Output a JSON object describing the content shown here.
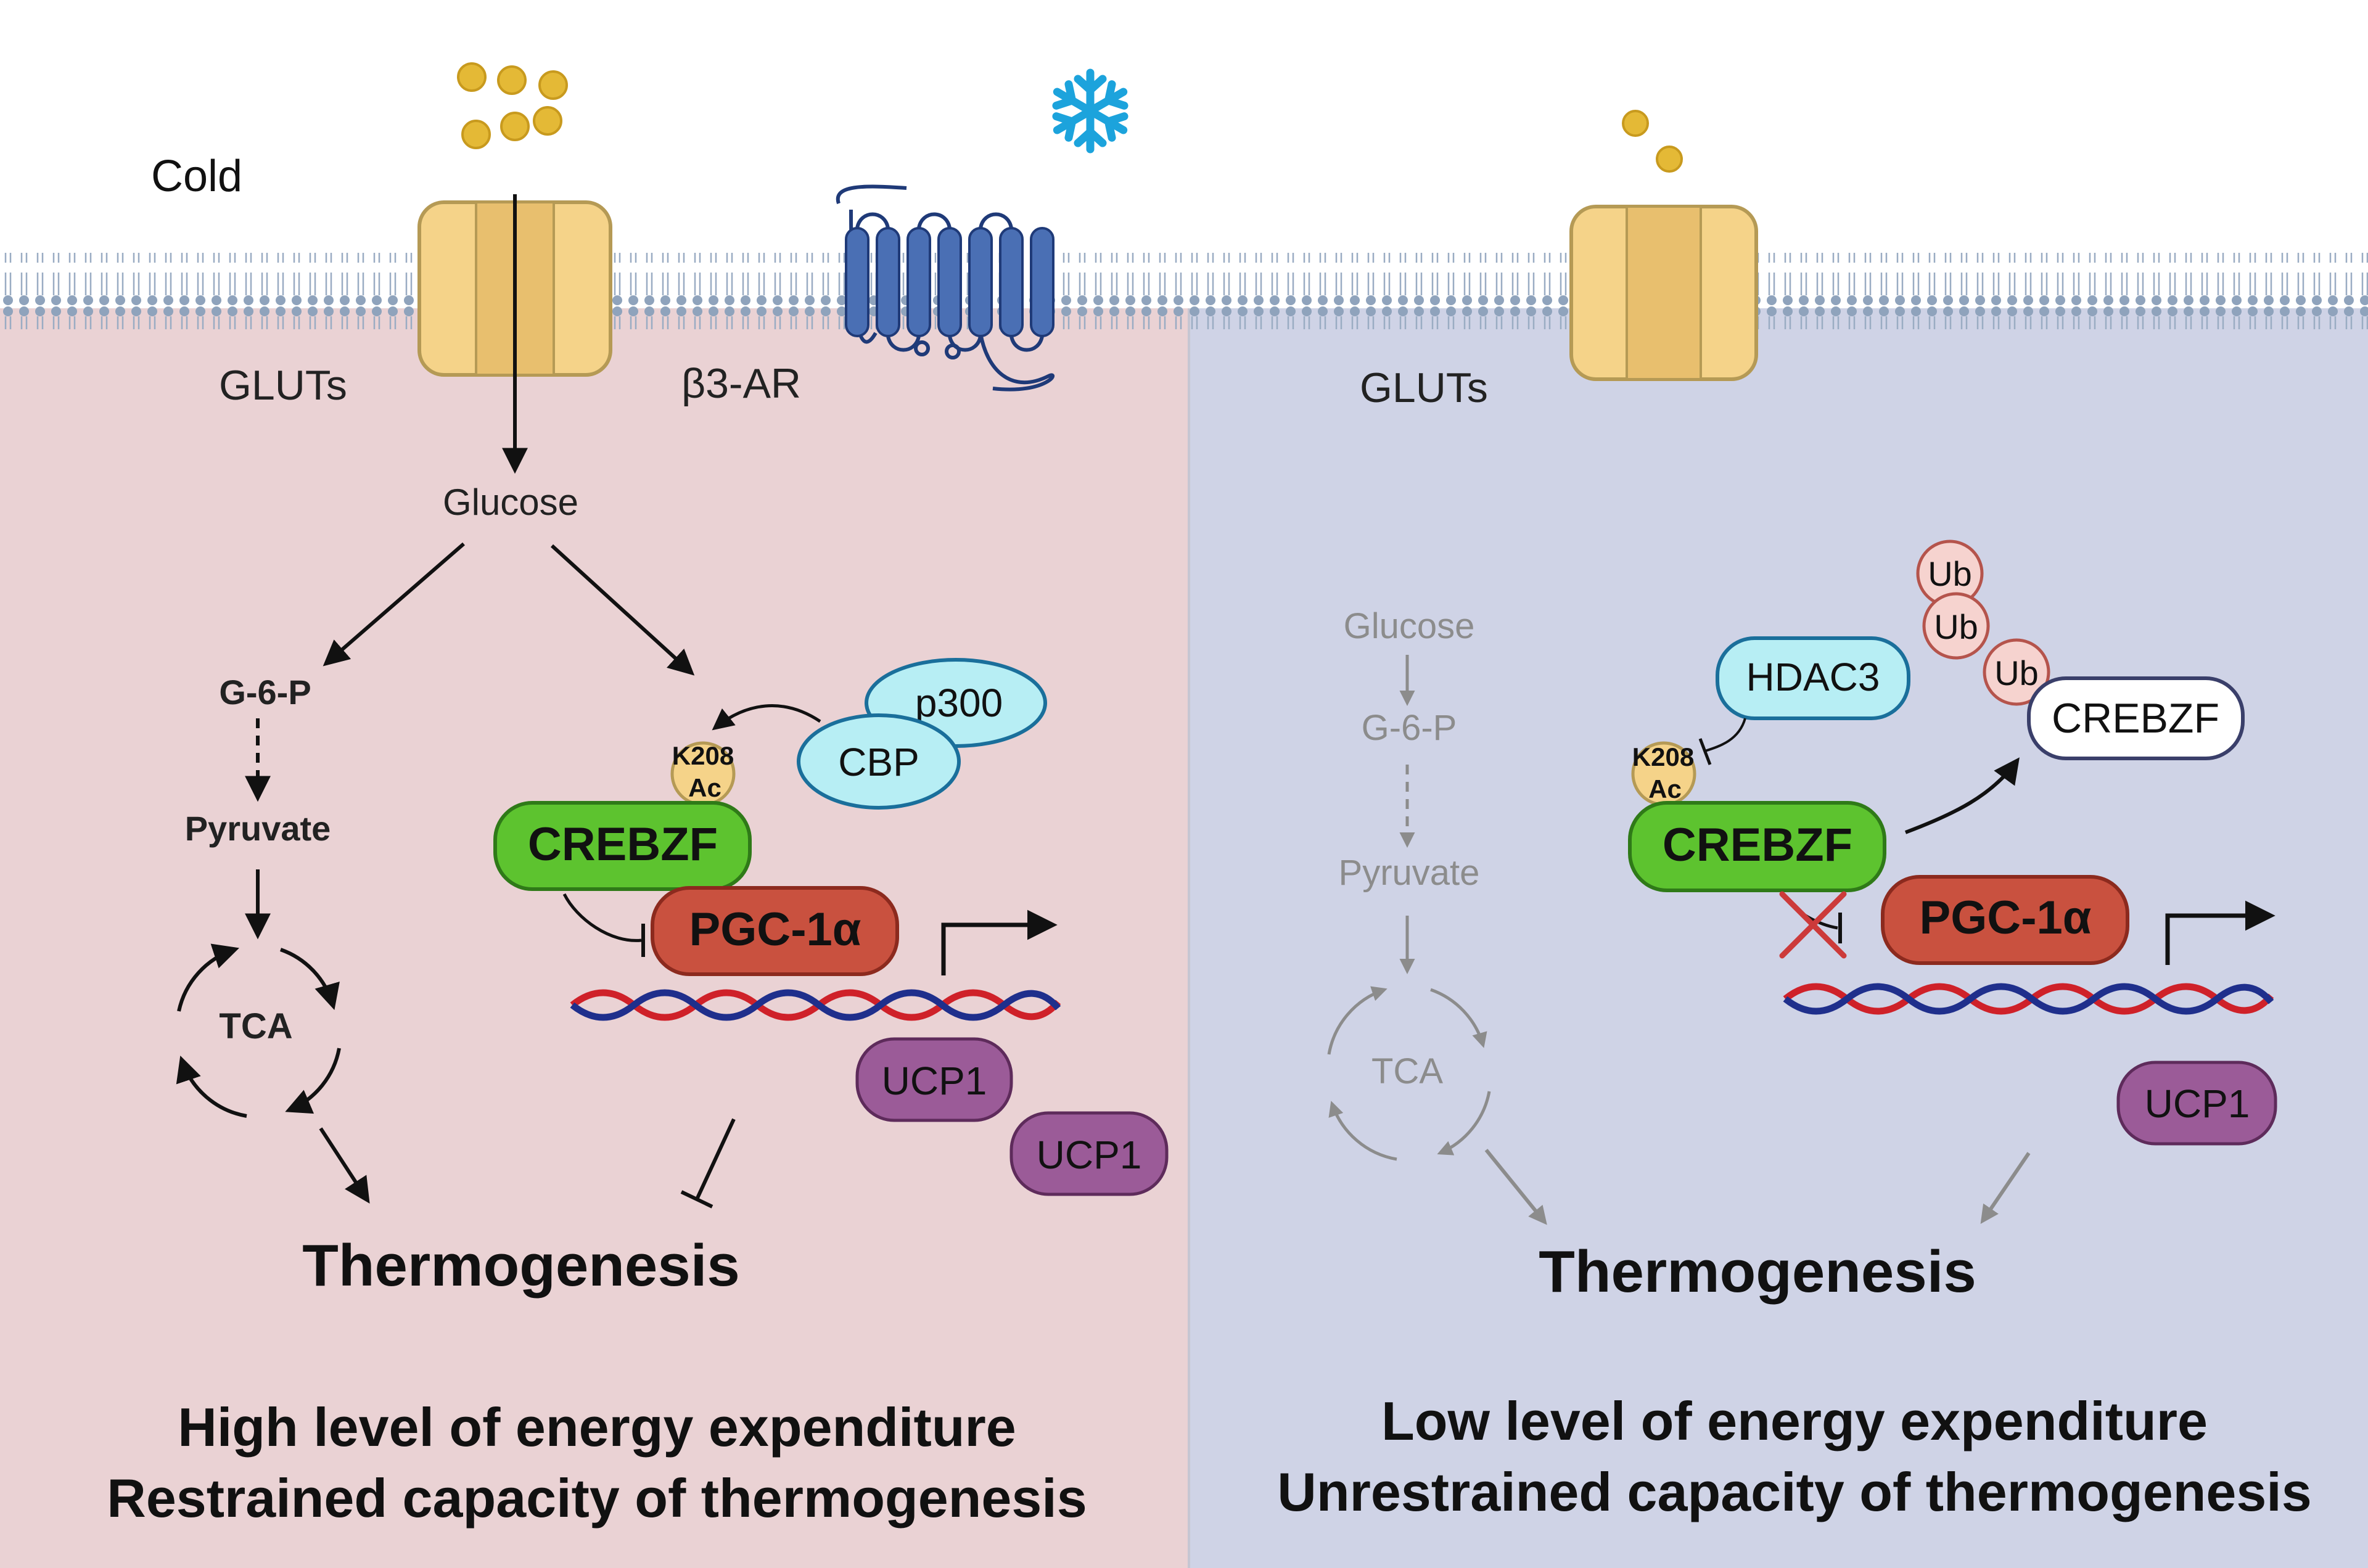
{
  "colors": {
    "left_panel": "#ead2d4",
    "right_panel": "#cfd3e6",
    "membrane_head": "#8fa3bc",
    "glut_fill": "#f5d389",
    "glut_stroke": "#b59a55",
    "receptor": "#4a6fb4",
    "crebzf_green": "#5dc32f",
    "pgc_red": "#c9513f",
    "ucp1_purple": "#9b5b98",
    "cbp_cyan": "#b7eef4",
    "dna_red": "#cf2129",
    "dna_blue": "#1f2f8c",
    "ub_pink": "#f6d3cf",
    "grey_path": "#8c8c8c",
    "snow": "#1ca3dc"
  },
  "icons": {
    "cold": "snowflake-icon",
    "transporter": "glut-transporter-icon",
    "receptor": "gpcr-icon",
    "dna": "dna-helix-icon",
    "promoter": "transcription-arrow-icon"
  },
  "left": {
    "cold_label": "Cold",
    "gluts_label": "GLUTs",
    "receptor_label": "β3-AR",
    "glucose": "Glucose",
    "g6p": "G-6-P",
    "pyruvate": "Pyruvate",
    "tca": "TCA",
    "k208": "K208",
    "ac": "Ac",
    "p300": "p300",
    "cbp": "CBP",
    "crebzf": "CREBZF",
    "pgc1a": "PGC-1α",
    "ucp1_a": "UCP1",
    "ucp1_b": "UCP1",
    "thermogenesis": "Thermogenesis",
    "summary_line1": "High level of energy expenditure",
    "summary_line2": "Restrained capacity of thermogenesis"
  },
  "right": {
    "gluts_label": "GLUTs",
    "glucose": "Glucose",
    "g6p": "G-6-P",
    "pyruvate": "Pyruvate",
    "tca": "TCA",
    "hdac3": "HDAC3",
    "k208": "K208",
    "ac": "Ac",
    "ub1": "Ub",
    "ub2": "Ub",
    "ub3": "Ub",
    "crebzf_ub": "CREBZF",
    "crebzf": "CREBZF",
    "pgc1a": "PGC-1α",
    "ucp1": "UCP1",
    "thermogenesis": "Thermogenesis",
    "summary_line1": "Low level of energy expenditure",
    "summary_line2": "Unrestrained capacity of thermogenesis"
  }
}
